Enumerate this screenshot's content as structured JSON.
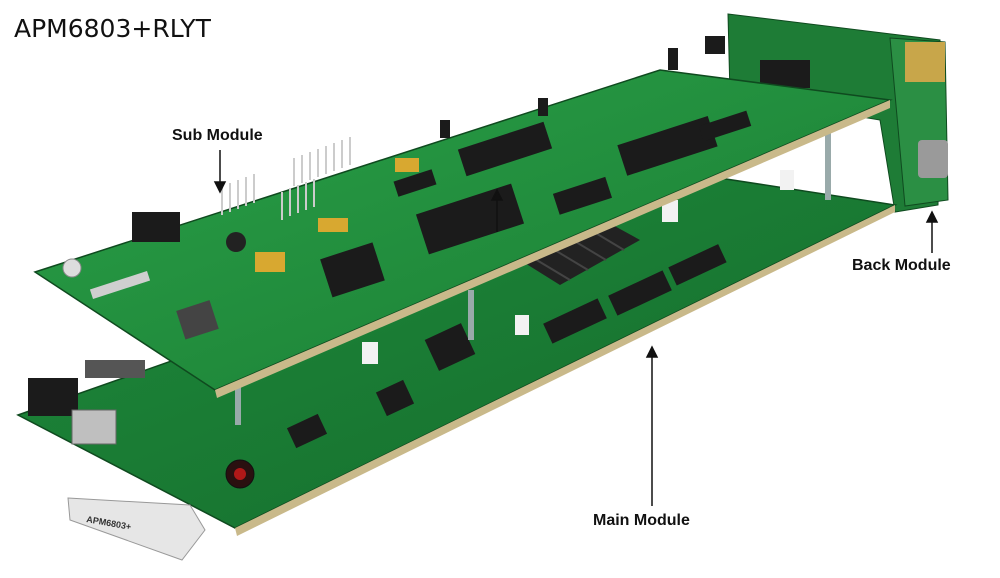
{
  "title": "APM6803+RLYT",
  "labels": {
    "sub_module": "Sub Module",
    "back_module": "Back Module",
    "main_module": "Main Module"
  },
  "faceplate_text": "APM6803+",
  "colors": {
    "pcb_green": "#1f8a3a",
    "pcb_dark": "#146228",
    "chip_black": "#1b1b1b",
    "faceplate": "#e6e6e6"
  }
}
